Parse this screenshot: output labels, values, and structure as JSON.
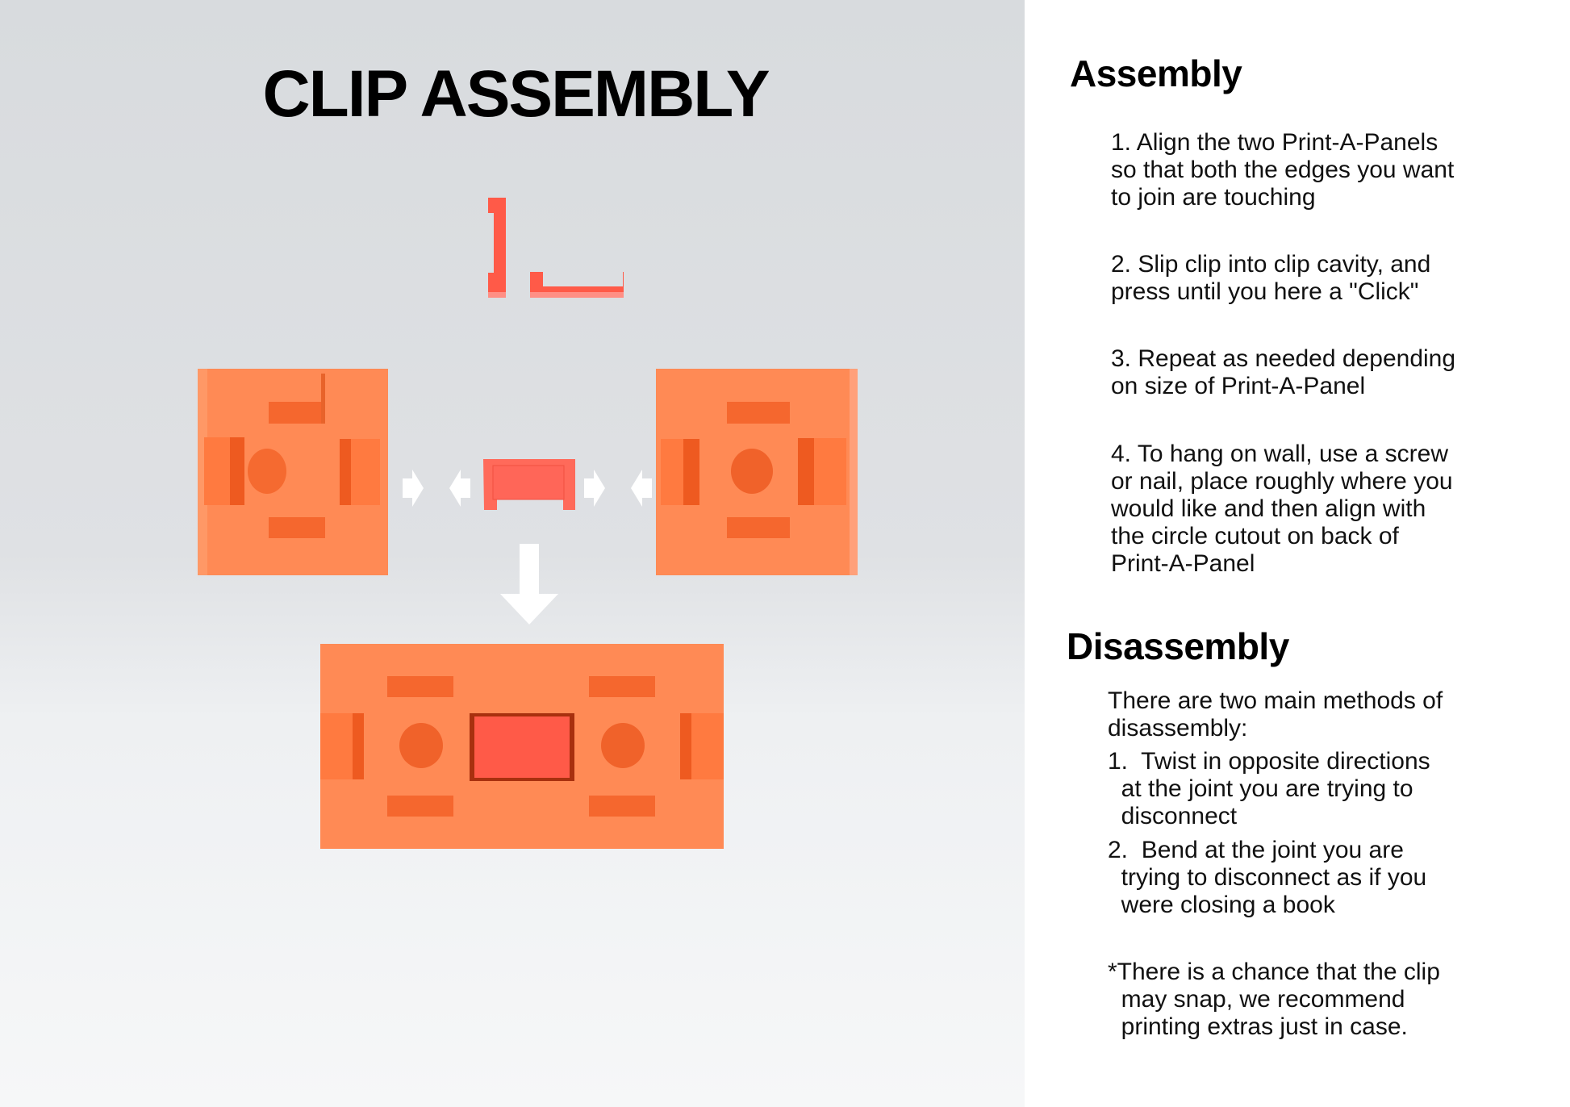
{
  "illustration": {
    "title": "CLIP ASSEMBLY",
    "colors": {
      "panel": "#ff8a55",
      "panel_recess": "#f5672e",
      "clip": "#ff5a48",
      "arrow": "#ffffff"
    }
  },
  "assembly": {
    "heading": "Assembly",
    "steps": [
      "1. Align the two Print-A-Panels\nso that both the edges you want\nto join are touching",
      "2. Slip clip into clip cavity, and\npress until you here a \"Click\"",
      "3. Repeat as needed depending\non size of Print-A-Panel",
      "4. To hang on wall, use a screw\nor nail, place roughly where you\nwould like and then align with\nthe circle cutout on back of\nPrint-A-Panel"
    ]
  },
  "disassembly": {
    "heading": "Disassembly",
    "intro": "There are two main methods of\ndisassembly:",
    "methods": [
      "1.  Twist in opposite directions\n  at the joint you are trying to\n  disconnect",
      "2.  Bend at the joint you are\n  trying to disconnect as if you\n  were closing a book"
    ],
    "note": "*There is a chance that the clip\n  may snap, we recommend\n  printing extras just in case."
  }
}
